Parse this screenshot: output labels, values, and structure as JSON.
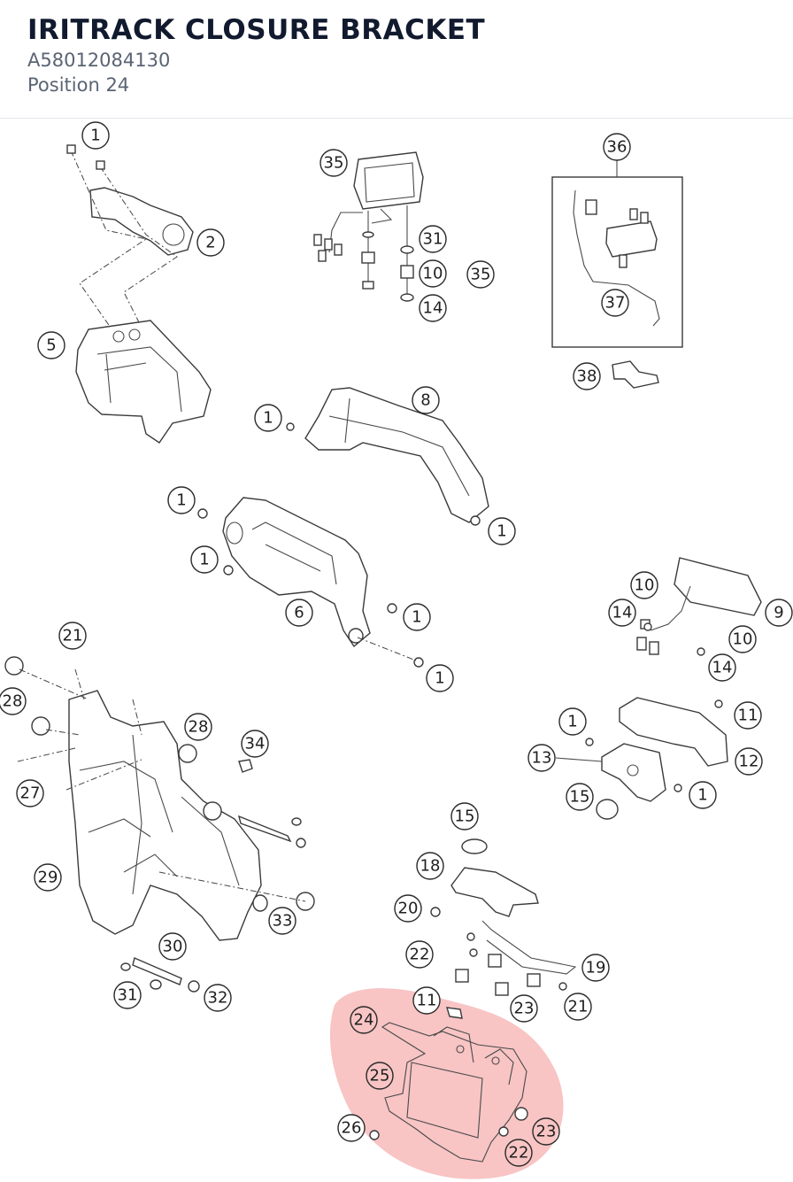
{
  "header": {
    "title": "IRITRACK CLOSURE BRACKET",
    "part_number": "A58012084130",
    "position": "Position 24"
  },
  "colors": {
    "highlight": "#f3a0a0",
    "line": "#3a3a3a",
    "title": "#111a2e",
    "subtitle": "#5a6473"
  },
  "callouts": [
    {
      "id": "c01",
      "label": "1"
    },
    {
      "id": "c02",
      "label": "2"
    },
    {
      "id": "c03",
      "label": "5"
    },
    {
      "id": "c04",
      "label": "35"
    },
    {
      "id": "c05",
      "label": "31"
    },
    {
      "id": "c06",
      "label": "10"
    },
    {
      "id": "c07",
      "label": "35"
    },
    {
      "id": "c08",
      "label": "14"
    },
    {
      "id": "c09",
      "label": "36"
    },
    {
      "id": "c10",
      "label": "37"
    },
    {
      "id": "c11",
      "label": "38"
    },
    {
      "id": "c12",
      "label": "8"
    },
    {
      "id": "c13",
      "label": "1"
    },
    {
      "id": "c14",
      "label": "1"
    },
    {
      "id": "c15",
      "label": "1"
    },
    {
      "id": "c16",
      "label": "1"
    },
    {
      "id": "c17",
      "label": "6"
    },
    {
      "id": "c18",
      "label": "1"
    },
    {
      "id": "c19",
      "label": "1"
    },
    {
      "id": "c20",
      "label": "10"
    },
    {
      "id": "c21",
      "label": "14"
    },
    {
      "id": "c22",
      "label": "9"
    },
    {
      "id": "c23",
      "label": "10"
    },
    {
      "id": "c24",
      "label": "14"
    },
    {
      "id": "c25",
      "label": "21"
    },
    {
      "id": "c26",
      "label": "28"
    },
    {
      "id": "c27",
      "label": "28"
    },
    {
      "id": "c28",
      "label": "34"
    },
    {
      "id": "c29",
      "label": "27"
    },
    {
      "id": "c30",
      "label": "29"
    },
    {
      "id": "c31",
      "label": "33"
    },
    {
      "id": "c32",
      "label": "30"
    },
    {
      "id": "c33",
      "label": "31"
    },
    {
      "id": "c34",
      "label": "32"
    },
    {
      "id": "c35",
      "label": "1"
    },
    {
      "id": "c36",
      "label": "11"
    },
    {
      "id": "c37",
      "label": "13"
    },
    {
      "id": "c38",
      "label": "12"
    },
    {
      "id": "c39",
      "label": "15"
    },
    {
      "id": "c40",
      "label": "1"
    },
    {
      "id": "c41",
      "label": "15"
    },
    {
      "id": "c42",
      "label": "18"
    },
    {
      "id": "c43",
      "label": "20"
    },
    {
      "id": "c44",
      "label": "22"
    },
    {
      "id": "c45",
      "label": "19"
    },
    {
      "id": "c46",
      "label": "11"
    },
    {
      "id": "c47",
      "label": "23"
    },
    {
      "id": "c48",
      "label": "21"
    },
    {
      "id": "c49",
      "label": "24"
    },
    {
      "id": "c50",
      "label": "25"
    },
    {
      "id": "c51",
      "label": "23"
    },
    {
      "id": "c52",
      "label": "26"
    },
    {
      "id": "c53",
      "label": "22"
    }
  ]
}
